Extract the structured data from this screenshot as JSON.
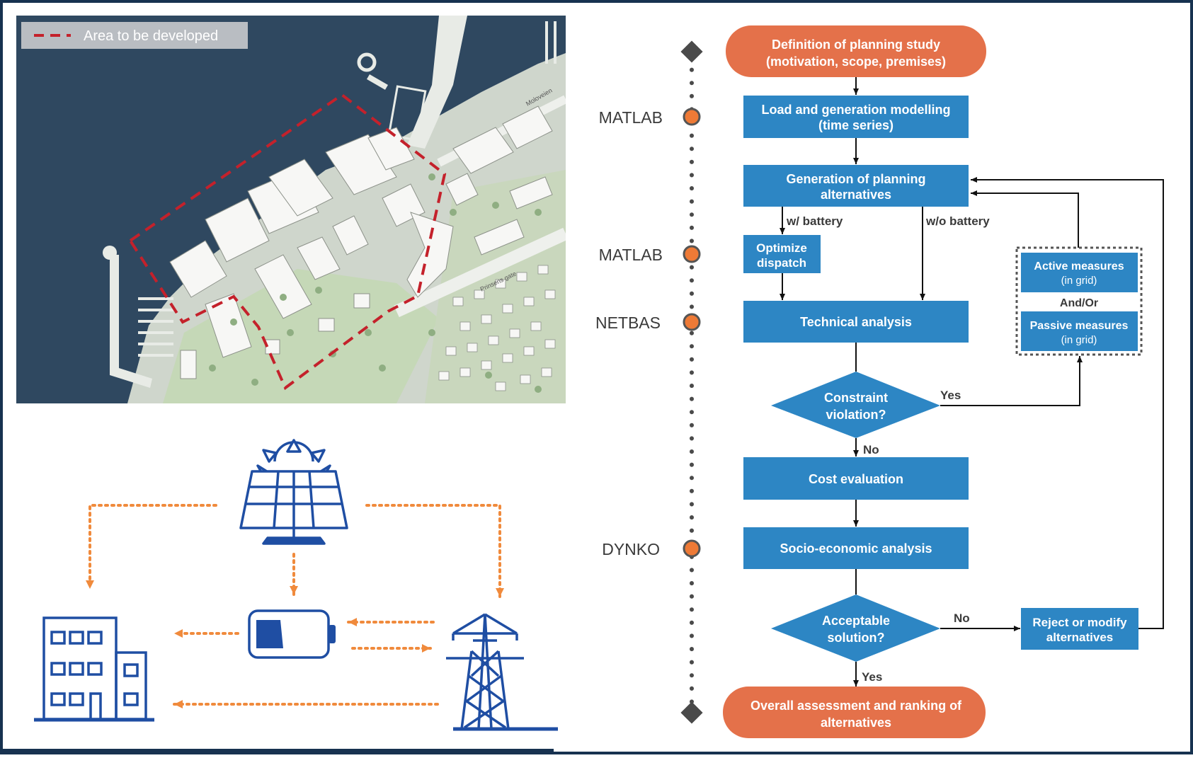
{
  "map": {
    "legend_label": "Area to be developed",
    "street_labels": [
      "Moloveien",
      "Prinsens gate"
    ]
  },
  "tools": {
    "matlab_1": "MATLAB",
    "matlab_2": "MATLAB",
    "netbas": "NETBAS",
    "dynko": "DYNKO"
  },
  "flowchart": {
    "definition": [
      "Definition of planning study",
      "(motivation, scope, premises)"
    ],
    "load_gen": [
      "Load and generation modelling",
      "(time series)"
    ],
    "generation_alt": [
      "Generation of planning",
      "alternatives"
    ],
    "with_battery": "w/ battery",
    "without_battery": "w/o battery",
    "optimize_dispatch": [
      "Optimize",
      "dispatch"
    ],
    "technical_analysis": "Technical analysis",
    "active_measures": [
      "Active measures",
      "(in grid)"
    ],
    "and_or": "And/Or",
    "passive_measures": [
      "Passive measures",
      "(in grid)"
    ],
    "constraint_violation": [
      "Constraint",
      "violation?"
    ],
    "yes_1": "Yes",
    "no_1": "No",
    "cost_evaluation": "Cost evaluation",
    "socio_economic": "Socio-economic analysis",
    "acceptable_solution": [
      "Acceptable",
      "solution?"
    ],
    "no_2": "No",
    "reject_modify": [
      "Reject or modify",
      "alternatives"
    ],
    "yes_2": "Yes",
    "overall": [
      "Overall assessment and ranking of",
      "alternatives"
    ]
  },
  "colors": {
    "orange": "#e4714a",
    "blue": "#2d86c4",
    "dark_blue": "#1f4ea3",
    "navy_frame": "#173250",
    "dotted_orange": "#f08a3c",
    "sea": "#2f4860",
    "land": "#cfd6cc",
    "park": "#c5d8b7"
  },
  "icons": [
    "solar-panel-icon",
    "building-icon",
    "battery-icon",
    "transmission-tower-icon"
  ]
}
